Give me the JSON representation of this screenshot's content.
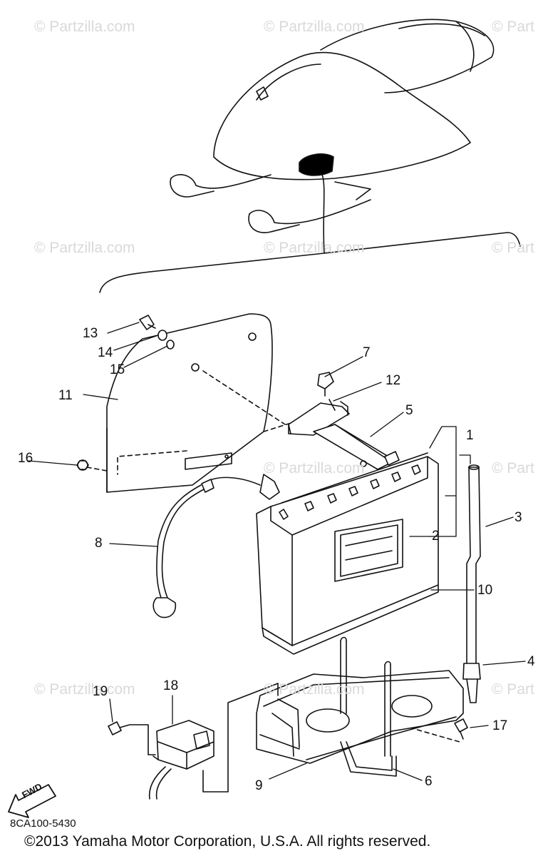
{
  "watermarks": [
    "© Partzilla.com",
    "© Partzilla.com",
    "© Part",
    "© Partzilla.com",
    "© Partzilla.com",
    "© Part",
    "© Partzilla.com",
    "© Part",
    "© Partzilla.com",
    "© Partzilla.com",
    "© Part"
  ],
  "callouts": [
    "1",
    "2",
    "3",
    "4",
    "5",
    "6",
    "7",
    "8",
    "9",
    "10",
    "11",
    "12",
    "13",
    "14",
    "15",
    "16",
    "17",
    "18",
    "19"
  ],
  "diagram_code": "8CA100-5430",
  "copyright": "©2013 Yamaha Motor Corporation, U.S.A. All rights reserved.",
  "fwd_label": "FWD",
  "icons": [
    "fwd-arrow-icon"
  ]
}
